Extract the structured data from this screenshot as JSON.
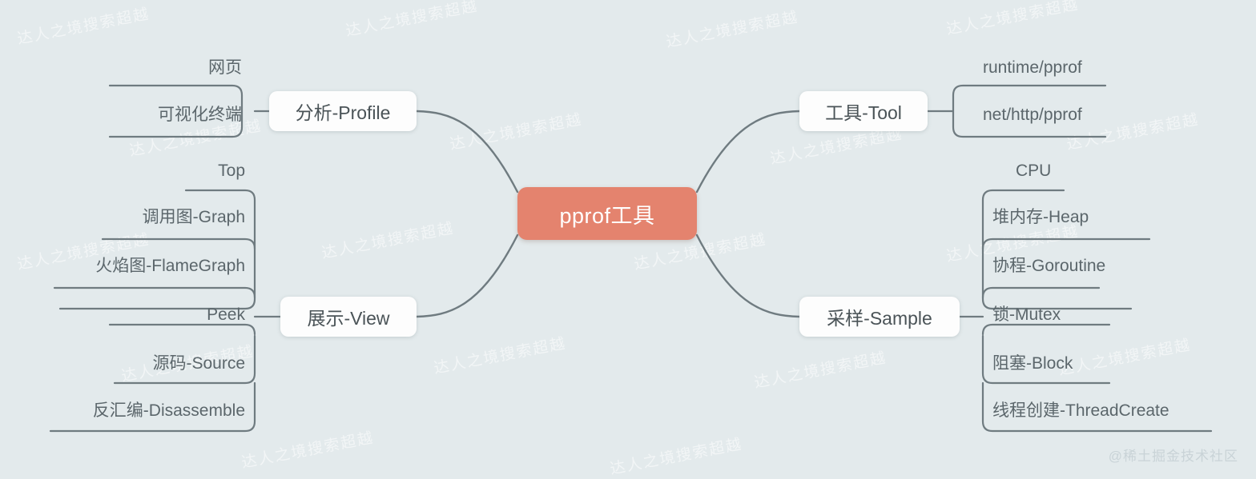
{
  "diagram": {
    "title": "pprof工具",
    "type": "mindmap",
    "background_color": "#e3eaec",
    "root_color": "#e4836e",
    "branch_color": "#fdfdfd",
    "line_color": "#6f7b80",
    "text_color": "#5b666b"
  },
  "root": {
    "label": "pprof工具"
  },
  "branches": [
    {
      "id": "profile",
      "label": "分析-Profile",
      "side": "left",
      "children": [
        {
          "label": "网页"
        },
        {
          "label": "可视化终端"
        }
      ]
    },
    {
      "id": "view",
      "label": "展示-View",
      "side": "left",
      "children": [
        {
          "label": "Top"
        },
        {
          "label": "调用图-Graph"
        },
        {
          "label": "火焰图-FlameGraph"
        },
        {
          "label": "Peek"
        },
        {
          "label": "源码-Source"
        },
        {
          "label": "反汇编-Disassemble"
        }
      ]
    },
    {
      "id": "tool",
      "label": "工具-Tool",
      "side": "right",
      "children": [
        {
          "label": "runtime/pprof"
        },
        {
          "label": "net/http/pprof"
        }
      ]
    },
    {
      "id": "sample",
      "label": "采样-Sample",
      "side": "right",
      "children": [
        {
          "label": "CPU"
        },
        {
          "label": "堆内存-Heap"
        },
        {
          "label": "协程-Goroutine"
        },
        {
          "label": "锁-Mutex"
        },
        {
          "label": "阻塞-Block"
        },
        {
          "label": "线程创建-ThreadCreate"
        }
      ]
    }
  ],
  "watermark": {
    "corner": "@稀土掘金技术社区",
    "background": "达人之境搜索超越"
  }
}
